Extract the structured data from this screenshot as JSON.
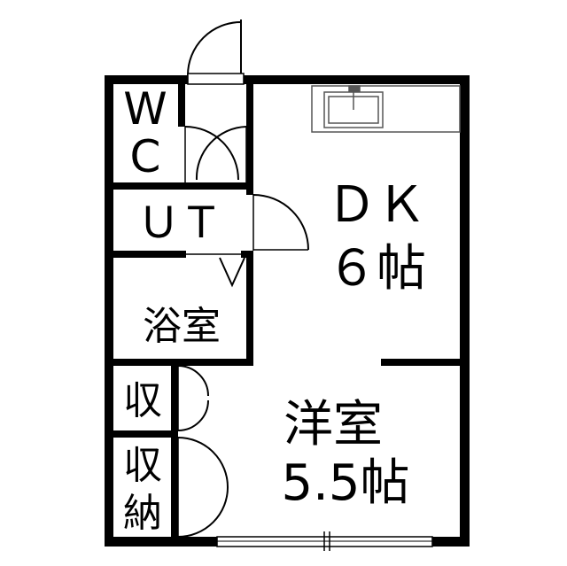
{
  "rooms": {
    "wc": {
      "line1": "W",
      "line2": "C"
    },
    "ut": {
      "label": "ＵＴ"
    },
    "bath": {
      "label": "浴室"
    },
    "dk": {
      "line1": "ＤＫ",
      "line2": "６帖"
    },
    "closet_small": {
      "label": "収"
    },
    "closet": {
      "line1": "収",
      "line2": "納"
    },
    "western": {
      "line1": "洋室",
      "line2": "5.5帖"
    }
  },
  "colors": {
    "wall": "#000000",
    "background": "#ffffff",
    "fixture": "#555555"
  }
}
